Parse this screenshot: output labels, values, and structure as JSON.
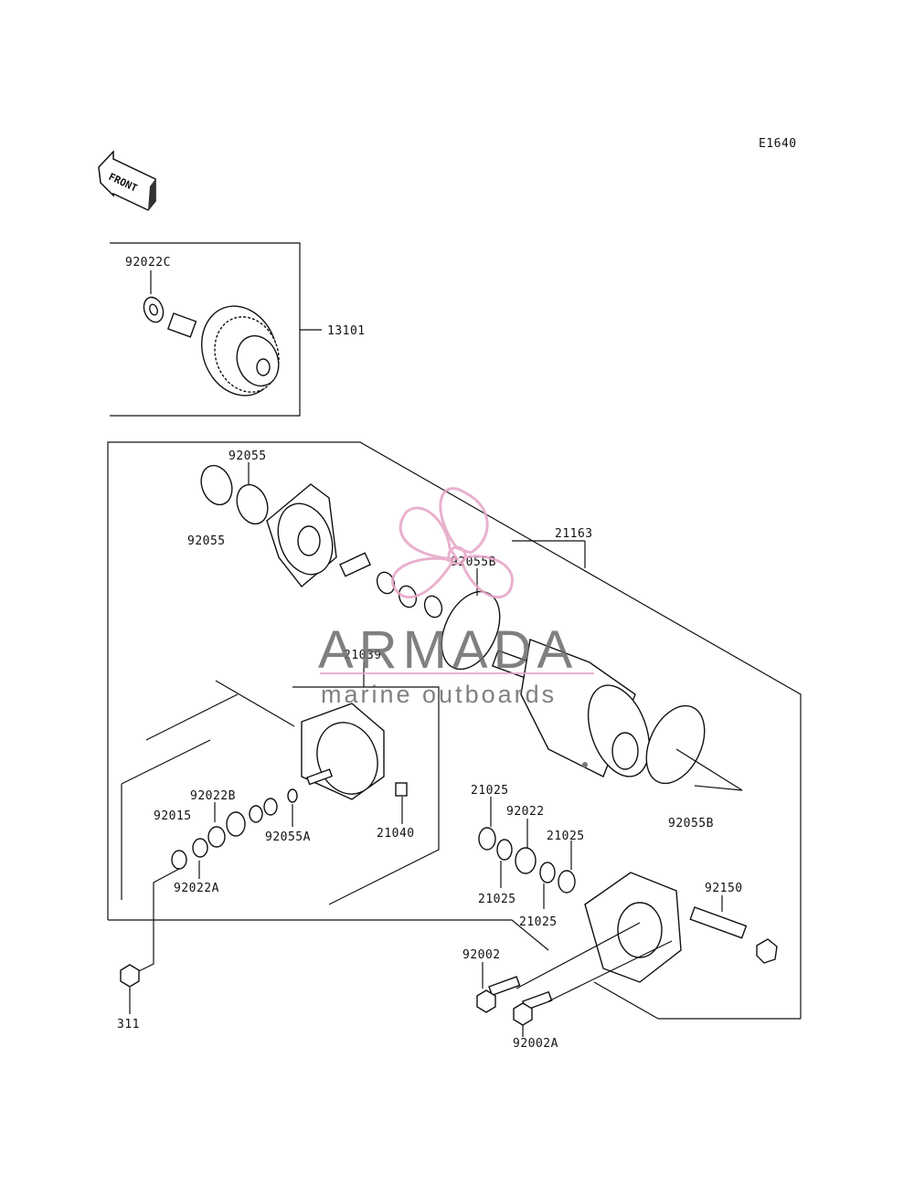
{
  "diagram_code": "E1640",
  "front_arrow_label": "FRONT",
  "watermark": {
    "brand": "ARMADA",
    "tagline": "marine outboards",
    "text_color": "#6b6b6b",
    "accent_color": "#e6a4c6"
  },
  "part_labels": {
    "p92022C": "92022C",
    "p13101": "13101",
    "p92055_top": "92055",
    "p92055_left": "92055",
    "p21163": "21163",
    "p92055B_top": "92055B",
    "p21039": "21039",
    "p92022B": "92022B",
    "p92015": "92015",
    "p92055A": "92055A",
    "p21040": "21040",
    "p92022A": "92022A",
    "p21025_a": "21025",
    "p92022": "92022",
    "p21025_b": "21025",
    "p21025_c": "21025",
    "p21025_d": "21025",
    "p92055B_bottom": "92055B",
    "p92150": "92150",
    "p92002": "92002",
    "p92002A": "92002A",
    "p311": "311"
  }
}
